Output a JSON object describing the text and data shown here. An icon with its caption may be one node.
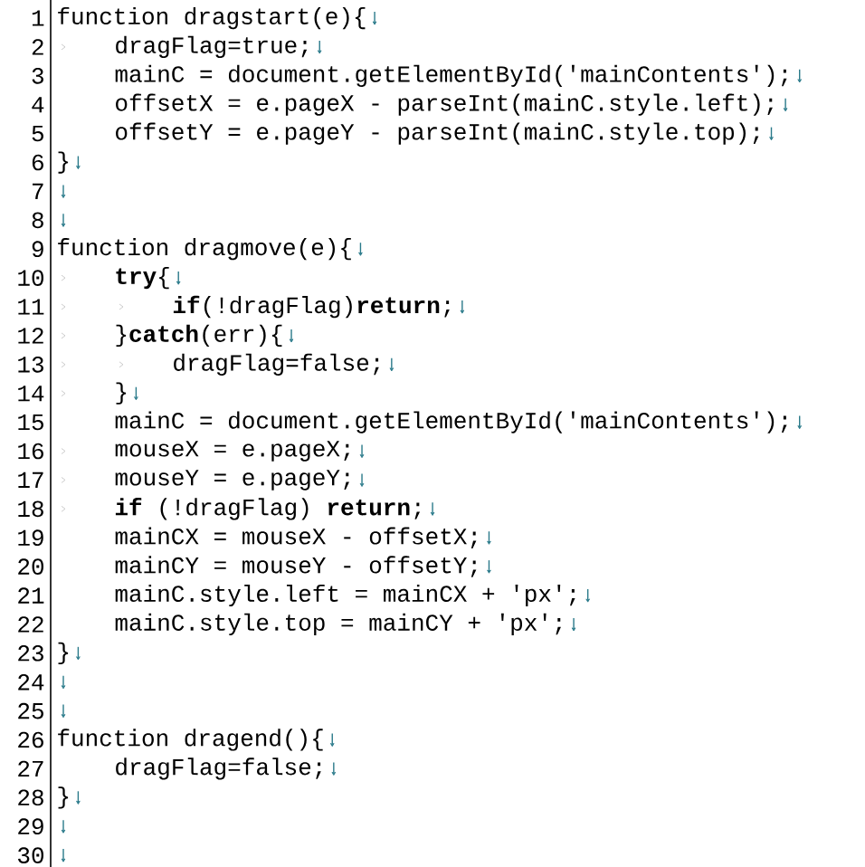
{
  "diagram": {
    "labels": [
      "1",
      "function dragstart(e){",
      "2",
      "dragFlag=true;",
      "3",
      "mainC = document.getElementById('mainContents');",
      "4",
      "offsetX = e.pageX - parseInt(mainC.style.left);",
      "5",
      "offsetY = e.pageY - parseInt(mainC.style.top);",
      "6",
      "}",
      "7",
      "8",
      "9",
      "function dragmove(e){",
      "10",
      "**try**{",
      "11",
      "**if**(!dragFlag)**return**;",
      "12",
      "}**catch**(err){",
      "13",
      "dragFlag=false;",
      "14",
      "}",
      "15",
      "mainC = document.getElementById('mainContents');",
      "16",
      "mouseX = e.pageX;",
      "17",
      "mouseY = e.pageY;",
      "18",
      "**if** (!dragFlag) **return**;",
      "19",
      "mainCX = mouseX - offsetX;",
      "20",
      "mainCY = mouseY - offsetY;",
      "21",
      "mainC.style.left = mainCX + 'px';",
      "22",
      "mainC.style.top = mainCY + 'px';",
      "23",
      "}",
      "24",
      "25",
      "26",
      "function dragend(){",
      "27",
      "dragFlag=false;",
      "28",
      "}",
      "29",
      "30"
    ]
  }
}
